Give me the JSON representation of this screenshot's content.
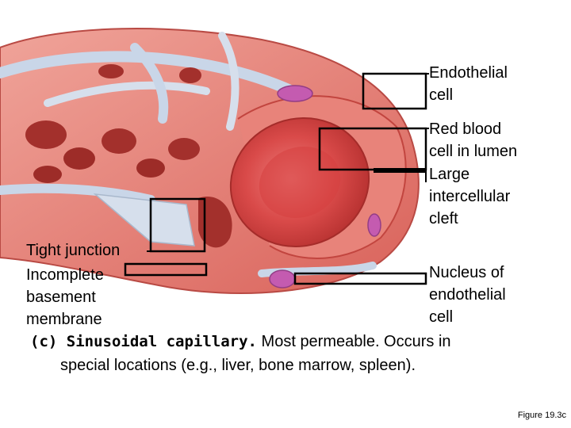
{
  "labels": {
    "endothelial_cell": "Endothelial\ncell",
    "red_blood_cell": "Red blood\ncell in lumen",
    "intercellular_cleft": "Large\nintercellular\ncleft",
    "tight_junction": "Tight junction",
    "basement_membrane": "Incomplete\nbasement\nmembrane",
    "nucleus": "Nucleus of\nendothelial\ncell"
  },
  "caption": {
    "part": "(c) Sinusoidal capillary.",
    "text_line1": " Most permeable. Occurs in",
    "text_line2": "special locations (e.g., liver, bone marrow, spleen)."
  },
  "figure_ref": "Figure 19.3c",
  "colors": {
    "tissue": "#e8736a",
    "tissue_dark": "#c8453f",
    "membrane": "#c9d6e8",
    "nucleus": "#c45bb0",
    "rbc": "#dd4d4a"
  }
}
